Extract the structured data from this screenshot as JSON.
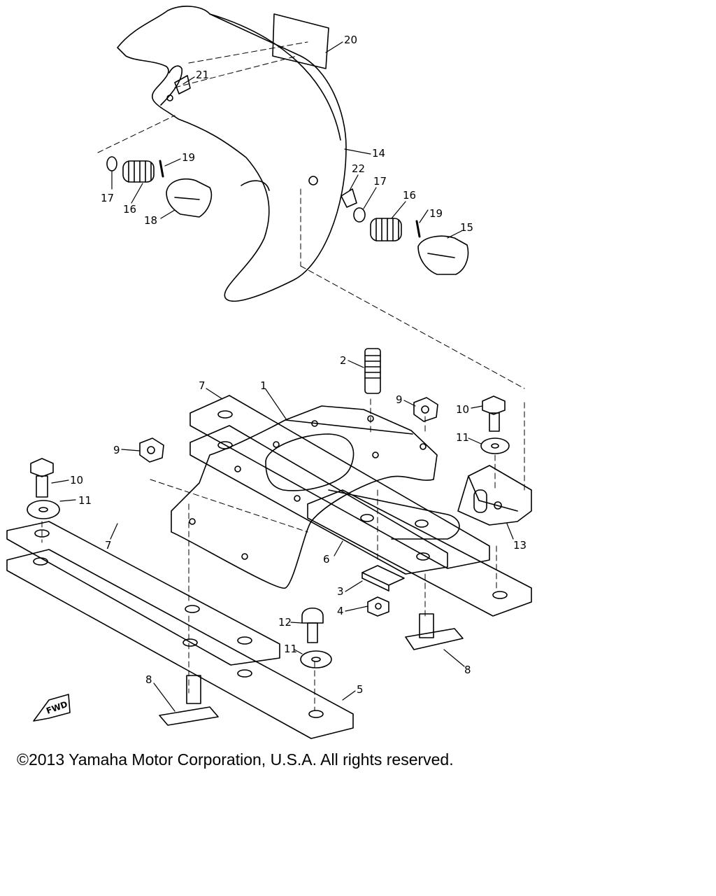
{
  "callouts": {
    "c1": "1",
    "c2": "2",
    "c3": "3",
    "c4": "4",
    "c5": "5",
    "c6": "6",
    "c7a": "7",
    "c7b": "7",
    "c8a": "8",
    "c8b": "8",
    "c9a": "9",
    "c9b": "9",
    "c10a": "10",
    "c10b": "10",
    "c11a": "11",
    "c11b": "11",
    "c11c": "11",
    "c12": "12",
    "c13": "13",
    "c14": "14",
    "c15": "15",
    "c16a": "16",
    "c16b": "16",
    "c17a": "17",
    "c17b": "17",
    "c18": "18",
    "c19a": "19",
    "c19b": "19",
    "c20": "20",
    "c21": "21",
    "c22": "22"
  },
  "fwd_label": "FWD",
  "copyright": "©2013 Yamaha Motor Corporation, U.S.A. All rights reserved."
}
